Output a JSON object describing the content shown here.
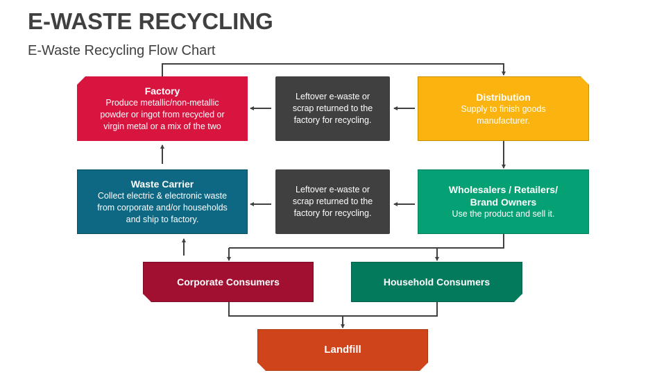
{
  "header": {
    "title": "E-WASTE RECYCLING",
    "subtitle": "E-Waste Recycling Flow Chart"
  },
  "nodes": {
    "factory": {
      "title": "Factory",
      "text": "Produce metallic/non-metallic powder or ingot from recycled or virgin metal or a mix of the two",
      "color": "#d7153f"
    },
    "leftover_top": {
      "text": "Leftover e-waste or scrap returned to the factory for recycling.",
      "color": "#404040"
    },
    "distribution": {
      "title": "Distribution",
      "text": "Supply to finish goods manufacturer.",
      "color": "#fbb40f"
    },
    "waste_carrier": {
      "title": "Waste Carrier",
      "text": "Collect electric & electronic waste from corporate and/or households and ship to factory.",
      "color": "#0e6883"
    },
    "leftover_mid": {
      "text": "Leftover e-waste or scrap returned to the factory for recycling.",
      "color": "#404040"
    },
    "wholesalers": {
      "title": "Wholesalers / Retailers/ Brand Owners",
      "text": "Use the product and sell it.",
      "color": "#05a074"
    },
    "corporate": {
      "title": "Corporate Consumers",
      "color": "#a10f31"
    },
    "household": {
      "title": "Household Consumers",
      "color": "#047a5c"
    },
    "landfill": {
      "title": "Landfill",
      "color": "#d0441c"
    }
  },
  "edges": [
    {
      "from": "factory",
      "to": "distribution"
    },
    {
      "from": "distribution",
      "to": "wholesalers"
    },
    {
      "from": "distribution",
      "to": "leftover_top"
    },
    {
      "from": "leftover_top",
      "to": "factory"
    },
    {
      "from": "wholesalers",
      "to": "leftover_mid"
    },
    {
      "from": "leftover_mid",
      "to": "waste_carrier"
    },
    {
      "from": "waste_carrier",
      "to": "factory"
    },
    {
      "from": "wholesalers",
      "to": "corporate"
    },
    {
      "from": "wholesalers",
      "to": "household"
    },
    {
      "from": "corporate",
      "to": "waste_carrier"
    },
    {
      "from": "corporate",
      "to": "landfill"
    },
    {
      "from": "household",
      "to": "landfill"
    }
  ],
  "connector_color": "#404040"
}
